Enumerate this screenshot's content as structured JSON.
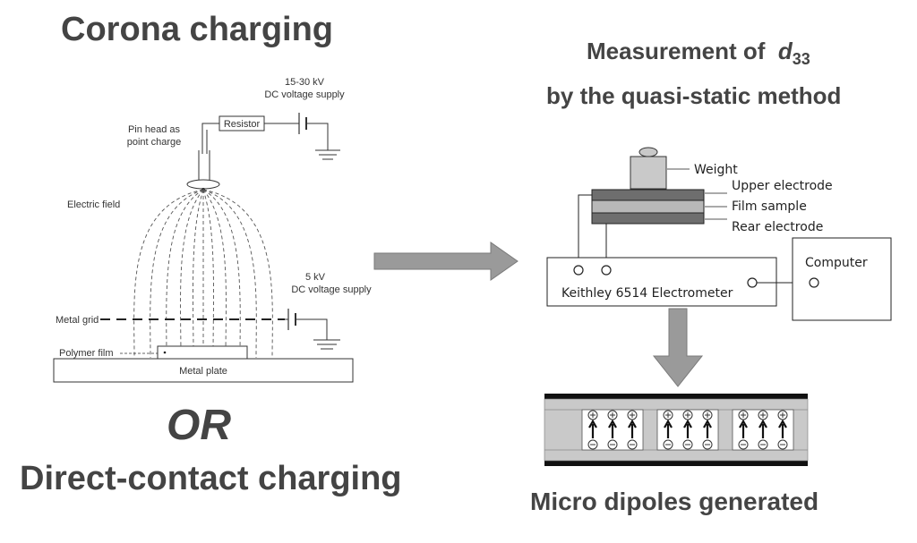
{
  "titles": {
    "corona": "Corona charging",
    "or": "OR",
    "direct": "Direct-contact charging",
    "measurement_prefix": "Measurement of",
    "d_symbol": "d",
    "d_subscript": "33",
    "measurement_line2": "by the quasi-static method",
    "micro": "Micro dipoles generated"
  },
  "corona_diagram": {
    "supply_high_line1": "15-30 kV",
    "supply_high_line2": "DC voltage supply",
    "resistor": "Resistor",
    "pin_line1": "Pin head as",
    "pin_line2": "point charge",
    "electric_field": "Electric field",
    "supply_low_line1": "5 kV",
    "supply_low_line2": "DC voltage supply",
    "metal_grid": "Metal grid",
    "polymer_film": "Polymer film",
    "metal_plate": "Metal plate"
  },
  "measurement_diagram": {
    "weight": "Weight",
    "upper_electrode": "Upper electrode",
    "film_sample": "Film sample",
    "rear_electrode": "Rear electrode",
    "electrometer": "Keithley 6514 Electrometer",
    "computer": "Computer"
  },
  "colors": {
    "arrow_fill": "#9a9a9a",
    "title_text": "#444444",
    "electrode": "#6e6e6e",
    "film": "#b8b8b8",
    "dipole_bg": "#c9c9c9",
    "dipole_dark": "#111111"
  }
}
